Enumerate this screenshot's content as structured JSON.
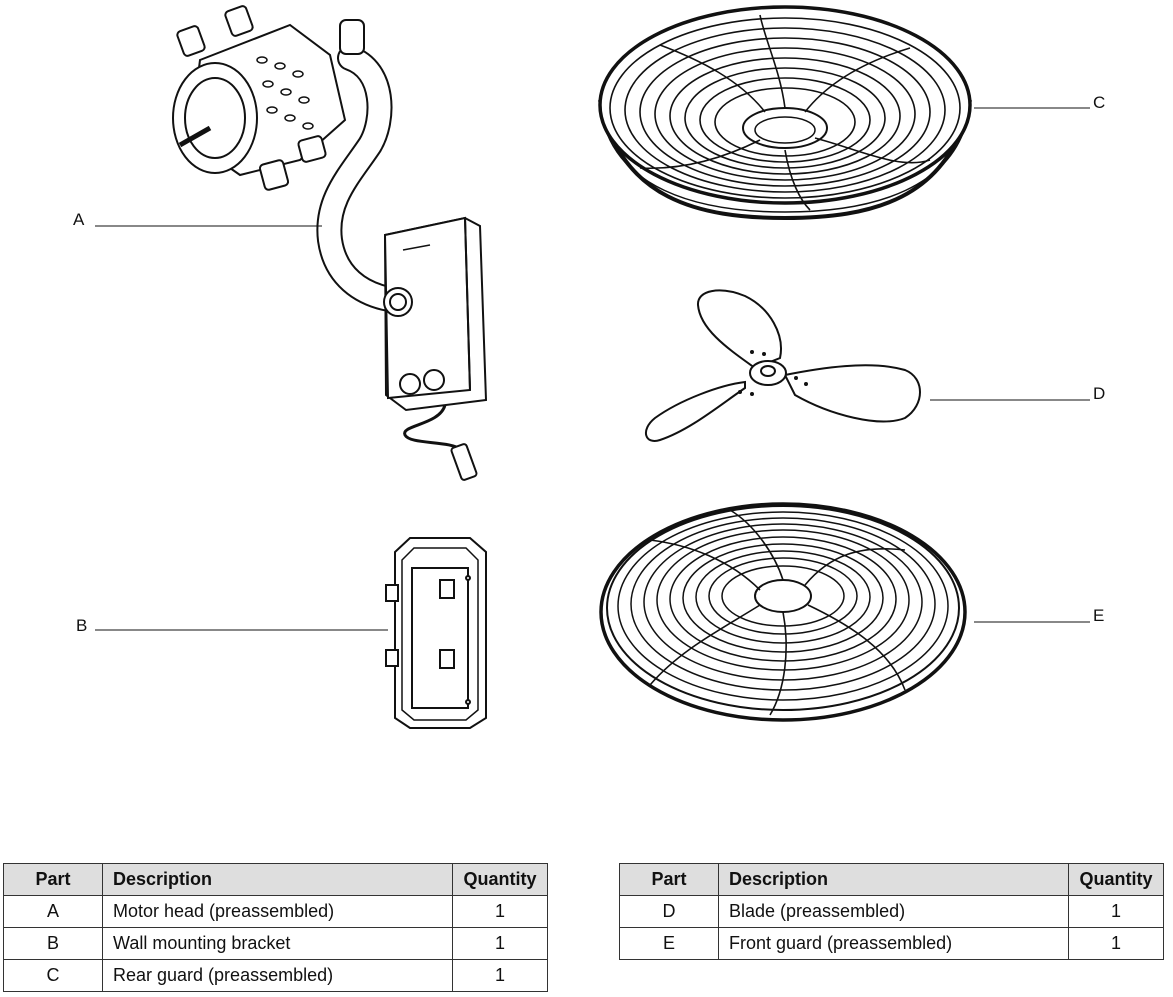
{
  "callouts": {
    "a": "A",
    "b": "B",
    "c": "C",
    "d": "D",
    "e": "E"
  },
  "table_headers": {
    "part": "Part",
    "description": "Description",
    "quantity": "Quantity"
  },
  "table_left": [
    {
      "part": "A",
      "description": "Motor head (preassembled)",
      "quantity": "1"
    },
    {
      "part": "B",
      "description": "Wall mounting bracket",
      "quantity": "1"
    },
    {
      "part": "C",
      "description": "Rear guard (preassembled)",
      "quantity": "1"
    }
  ],
  "table_right": [
    {
      "part": "D",
      "description": "Blade (preassembled)",
      "quantity": "1"
    },
    {
      "part": "E",
      "description": "Front guard (preassembled)",
      "quantity": "1"
    }
  ],
  "icons": {
    "a": "motor-head-icon",
    "b": "wall-bracket-icon",
    "c": "rear-guard-icon",
    "d": "fan-blade-icon",
    "e": "front-guard-icon"
  }
}
